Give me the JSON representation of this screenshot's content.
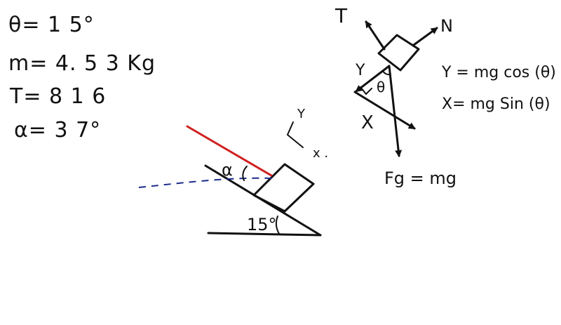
{
  "givens": {
    "theta": "θ= 1 5°",
    "mass": "m= 4. 5 3 Kg",
    "tension": "T= 8 1 6",
    "alpha": "α= 3 7°"
  },
  "incline": {
    "angle_label": "15°",
    "alpha_label": "α"
  },
  "axes_small": {
    "y_label": "Y",
    "x_label": "x ."
  },
  "fbd": {
    "t_label": "T",
    "n_label": "N",
    "y_label": "Y",
    "x_label": "X",
    "theta_label": "θ",
    "fg_label": "Fg = mg",
    "eq_y": "Y = mg cos (θ)",
    "eq_x": "X= mg Sin (θ)"
  },
  "colors": {
    "ink": "#111111",
    "rope": "#d02020",
    "dashed_path": "#1a2a8a"
  }
}
